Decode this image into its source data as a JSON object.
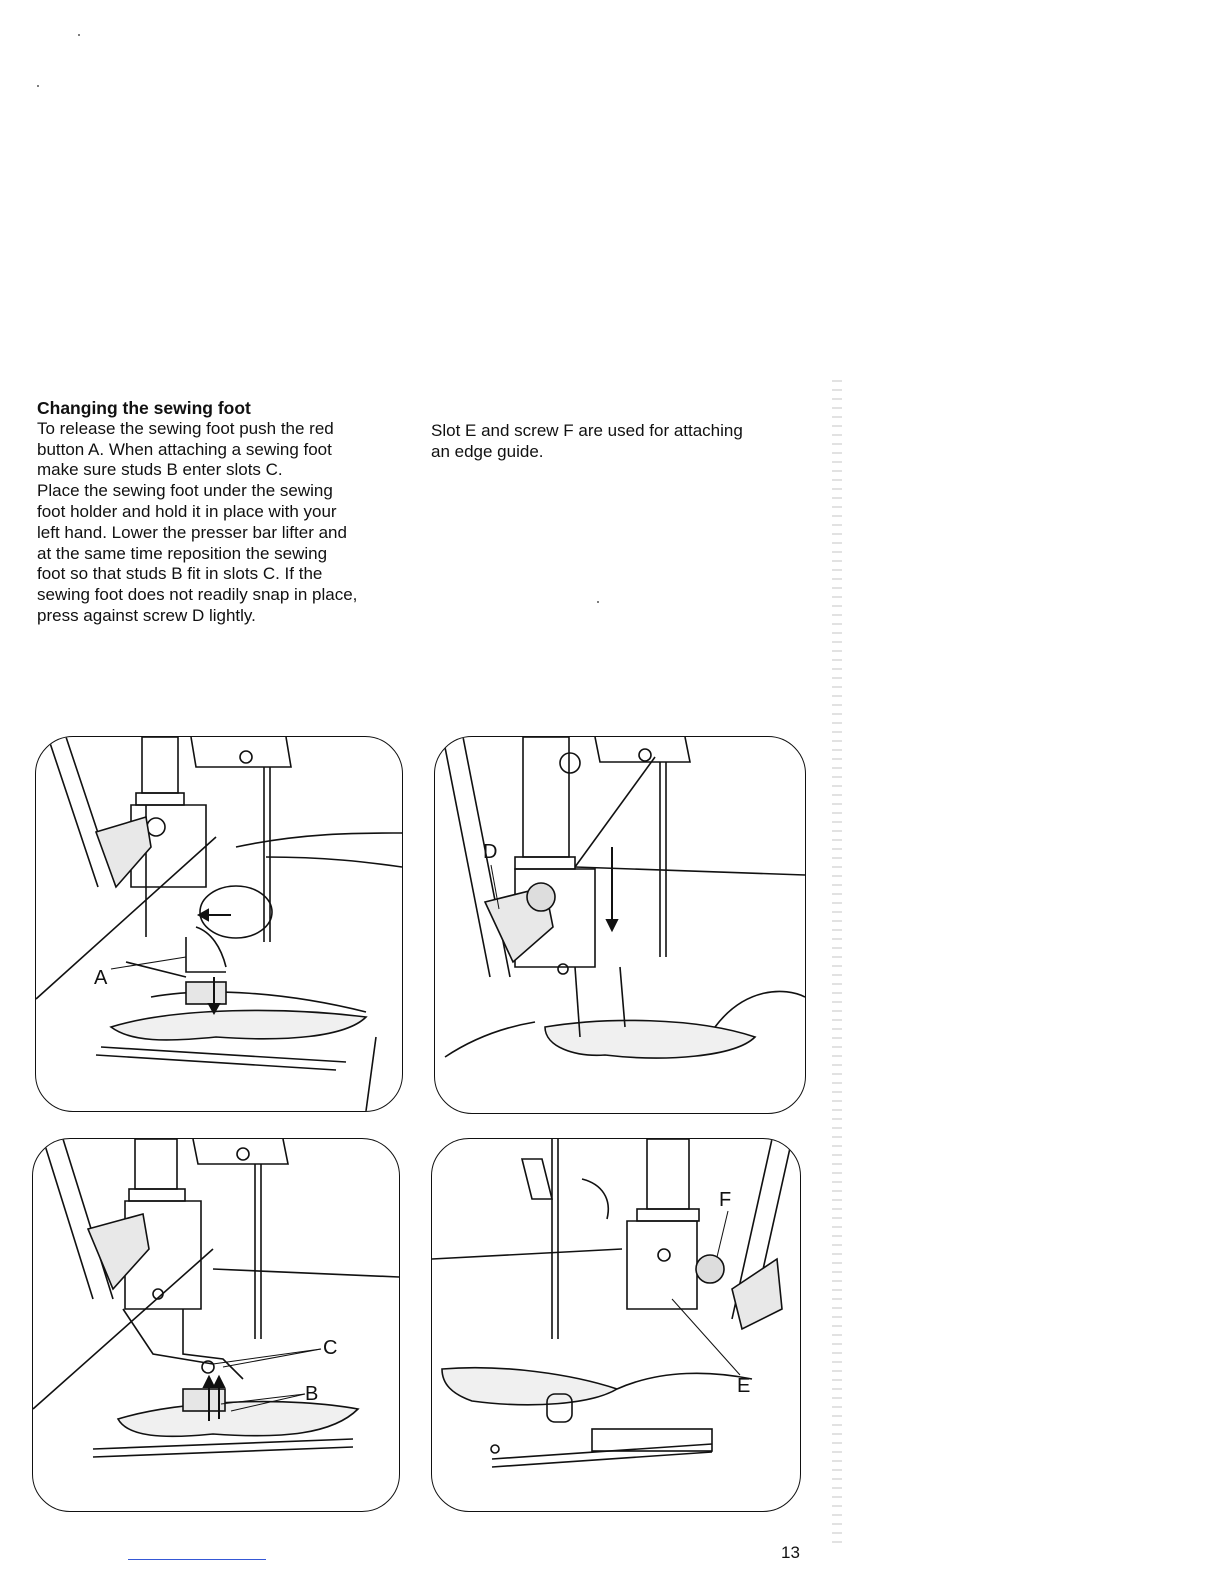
{
  "section": {
    "heading": "Changing the sewing foot",
    "left_lines": [
      "To release the sewing foot push the red",
      "button A. When attaching a sewing foot",
      "make sure studs B enter slots C.",
      "Place the sewing foot under the sewing",
      "foot holder and hold it in place with your",
      "left hand. Lower the presser bar lifter and",
      "at the same time reposition the sewing",
      "foot so that studs B fit in slots C. If the",
      "sewing foot does not readily snap in place,",
      "press against screw D lightly."
    ],
    "right_lines": [
      "Slot E and screw F are used for attaching",
      "an edge guide."
    ]
  },
  "figures": {
    "fig1": {
      "labels": {
        "a": "A"
      }
    },
    "fig2": {
      "labels": {
        "d": "D"
      }
    },
    "fig3": {
      "labels": {
        "c": "C",
        "b": "B"
      }
    },
    "fig4": {
      "labels": {
        "f": "F",
        "e": "E"
      }
    }
  },
  "page_number": "13"
}
